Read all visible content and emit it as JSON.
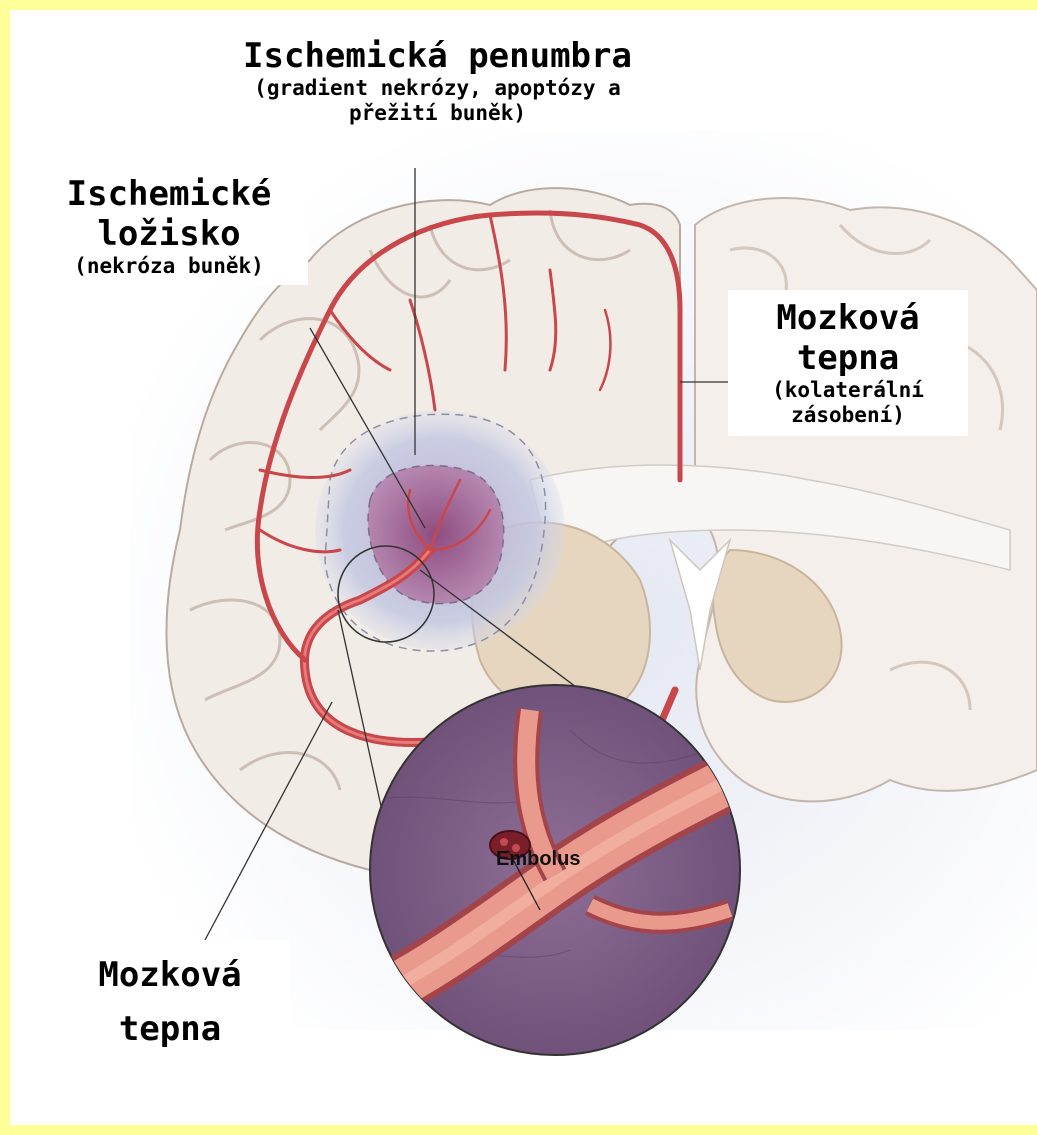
{
  "labels": {
    "penumbra_title": "Ischemická penumbra",
    "penumbra_desc_1": "(gradient nekrózy, apoptózy a",
    "penumbra_desc_2": "přežití buněk)",
    "focus_title_1": "Ischemické",
    "focus_title_2": "ložisko",
    "focus_desc": "(nekróza buněk)",
    "artery_right_1": "Mozková",
    "artery_right_2": "tepna",
    "artery_right_desc_1": "(kolaterální",
    "artery_right_desc_2": "zásobení)",
    "artery_left_1": "Mozková",
    "artery_left_2": "tepna",
    "embolus": "Embolus"
  },
  "colors": {
    "page_border": "#ffff99",
    "artery": "#c9474a",
    "core": "#9a5a8a",
    "penumbra": "#c7cde6",
    "brain_tissue": "#f2ece6",
    "basal_ganglia": "#e6d6c0",
    "inset_background": "#7b5c84"
  }
}
